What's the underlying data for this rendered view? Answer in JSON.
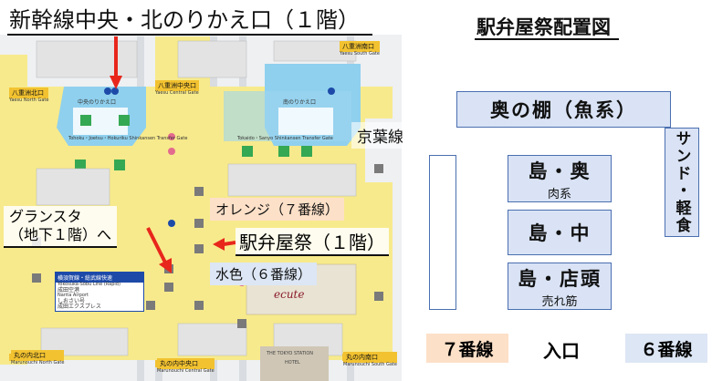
{
  "map": {
    "title": "新幹線中央・北のりかえ口（１階）",
    "keiyo": "京葉線",
    "gransta": [
      "グランスタ",
      "（地下１階）へ"
    ],
    "orange": "オレンジ（７番線）",
    "ekiben": "駅弁屋祭（１階）",
    "mizuiro": "水色（６番線）",
    "ecute": "ecute",
    "exits": {
      "yaesu_north": "八重洲北口",
      "yaesu_north_en": "Yaesu North Gate",
      "yaesu_central": "八重洲中央口",
      "yaesu_central_en": "Yaesu Central Gate",
      "yaesu_south": "八重洲南口",
      "yaesu_south_en": "Yaesu South Gate",
      "maru_north": "丸の内北口",
      "maru_north_en": "Marunouchi North Gate",
      "maru_central": "丸の内中央口",
      "maru_central_en": "Marunouchi Central Gate",
      "maru_south": "丸の内南口",
      "maru_south_en": "Marunouchi South Gate"
    },
    "transfer_labels": {
      "central": "中央のりかえ口",
      "south": "南のりかえ口",
      "tokaido": "Tokaido・Sanyo Shinkansen Transfer Gate",
      "tohoku": "Tohoku・Joetsu・Hokuriku Shinkansen Transfer Gate"
    },
    "sign": {
      "line1": "横須賀線・総武線快速",
      "line2": "Yokosuka-Sōbu Line (Rapid)",
      "line3": "成田空港",
      "line4": "Narita Airport",
      "line5": "しおさい号",
      "line6": "成田エクスプレス"
    },
    "tokyo_station": "THE TOKYO STATION",
    "hotel": "HOTEL"
  },
  "diagram": {
    "title": "駅弁屋祭配置図",
    "okunotana": "奥の棚（魚系）",
    "sandwich": "サンド・軽食",
    "shima_oku": "島・奥",
    "shima_oku_sub": "肉系",
    "shima_naka": "島・中",
    "shima_tento": "島・店頭",
    "shima_tento_sub": "売れ筋",
    "line7": "７番線",
    "entrance": "入口",
    "line6": "６番線"
  },
  "colors": {
    "corridor": "#f7ea8c",
    "transfer_gate": "#8fd0ee",
    "accent_red": "#e8261c",
    "label_orange": "#fde0c8",
    "label_blue": "#dce6f4"
  }
}
